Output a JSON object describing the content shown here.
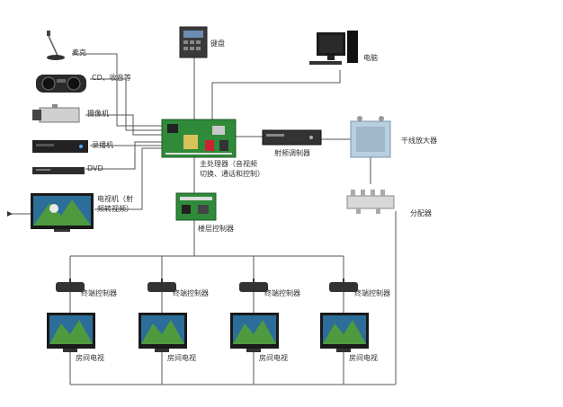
{
  "labels": {
    "mic": "麦克",
    "cd": "CD、收音等",
    "camera": "摄像机",
    "recorder": "录播机",
    "dvd": "DVD",
    "tv_source_1": "电视机（射",
    "tv_source_2": "频转视频）",
    "keyboard": "键盘",
    "computer": "电脑",
    "processor_1": "主处理器（音视频",
    "processor_2": "切换、通话和控制）",
    "rf_modulator": "射频调制器",
    "trunk_amp": "干线放大器",
    "splitter": "分配器",
    "floor_controller": "楼层控制器",
    "terminal_controller": "终端控制器",
    "room_tv": "房间电视"
  },
  "colors": {
    "line": "#555555",
    "board_green": "#2f8a3a",
    "device_dark": "#2a2a2a",
    "amp_blue": "#b8cfe0"
  }
}
